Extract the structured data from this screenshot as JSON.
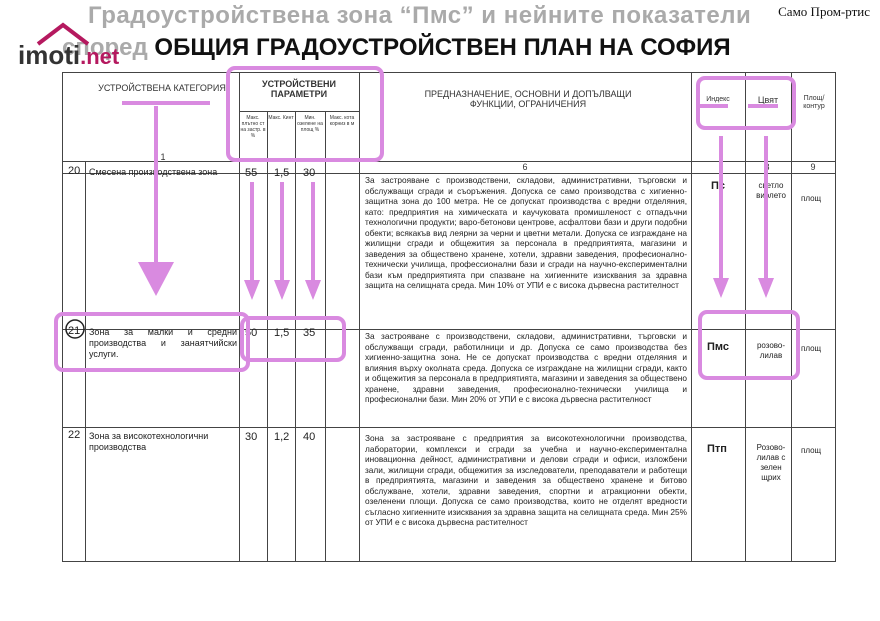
{
  "title": {
    "line1": "Градоустройствена зона “Пмс” и нейните показатели",
    "line2_prefix": "според",
    "line2_rest": "ОБЩИЯ ГРАДОУСТРОЙСТВЕН ПЛАН НА СОФИЯ"
  },
  "watermark": "Само Пром-ртис",
  "logo": {
    "main": "imoti",
    "suffix": ".net"
  },
  "headers": {
    "category": "УСТРОЙСТВЕНА КАТЕГОРИЯ",
    "params": "УСТРОЙСТВЕНИ ПАРАМЕТРИ",
    "param_cols": [
      "Макс. плътно ст на застр. в %",
      "Макс. Кинт",
      "Мин. озелене на площ %",
      "Макс. кота корниз в м"
    ],
    "purpose": "ПРЕДНАЗНАЧЕНИЕ, ОСНОВНИ И ДОПЪЛВАЩИ ФУНКЦИИ, ОГРАНИЧЕНИЯ",
    "index": "Индекс",
    "color": "Цвят",
    "area": "Площ/ контур",
    "col_numbers": [
      "1",
      "6",
      "8",
      "9"
    ]
  },
  "rows": [
    {
      "no": "20",
      "name": "Смесена производствена зона",
      "density": "55",
      "kint": "1,5",
      "green": "30",
      "description": "За застрояване с производствени, складови, административни, търговски и обслужващи сгради и съоръжения. Допуска се само производства с хигиенно-защитна зона до 100 метра. Не се допускат производства с вредни отделяния, като: предприятия на химическата и каучуковата промишленост с отпадъчни технологични продукти; варо-бетонови центрове, асфалтови бази и други подобни обекти; всякакъв вид леярни за черни и цветни метали. Допуска се изграждане на жилищни сгради и общежития за персонала в предприятията, магазини и заведения за обществено хранене, хотели, здравни заведения, професионално-технически училища, профессионални бази и сгради на научно-експериментални бази към предприятията при спазване на хигиенните изисквания за здравна защита на селищната среда. Мин 10% от УПИ е с висока дървесна растителност",
      "index": "Пс",
      "color": "светло виолето",
      "area": "площ"
    },
    {
      "no": "21",
      "name": "Зона за малки и средни производства и занаятчийски услуги.",
      "density": "50",
      "kint": "1,5",
      "green": "35",
      "description": "За застрояване с производствени, складови, административни, търговски и обслужващи сгради, работилници и др. Допуска се само производства без хигиенно-защитна зона. Не се допускат производства с вредни отделяния и влияния върху околната среда. Допуска се изграждане на жилищни сгради, както и общежития за персонала в предприятията, магазини и заведения за обществено хранене, здравни заведения, професионално-технически училища и професионални бази. Мин 20% от УПИ е с висока дървесна растителност",
      "index": "Пмс",
      "color": "розово-лилав",
      "area": "площ"
    },
    {
      "no": "22",
      "name": "Зона за високотехнологични производства",
      "density": "30",
      "kint": "1,2",
      "green": "40",
      "description": "Зона за застрояване с предприятия за високотехнологични производства, лаборатории, комплекси и сгради за учебна и научно-експериментална иновационна дейност, административни и делови сгради и офиси, изложбени зали, жилищни сгради, общежития за изследователи, преподаватели и работещи в предприятията, магазини и заведения за обществено хранене и битово обслужване, хотели, здравни заведения, спортни и атракционни обекти, озеленени площи. Допуска се само производства, които не отделят вредности съгласно хигиенните изисквания за здравна защита на селищната среда. Мин 25% от УПИ е с висока дървесна растителност",
      "index": "Птп",
      "color": "Розово-лилав с зелен щрих",
      "area": "площ"
    }
  ],
  "colors": {
    "highlight": "#d98ae0",
    "logo_accent": "#b5195f"
  }
}
